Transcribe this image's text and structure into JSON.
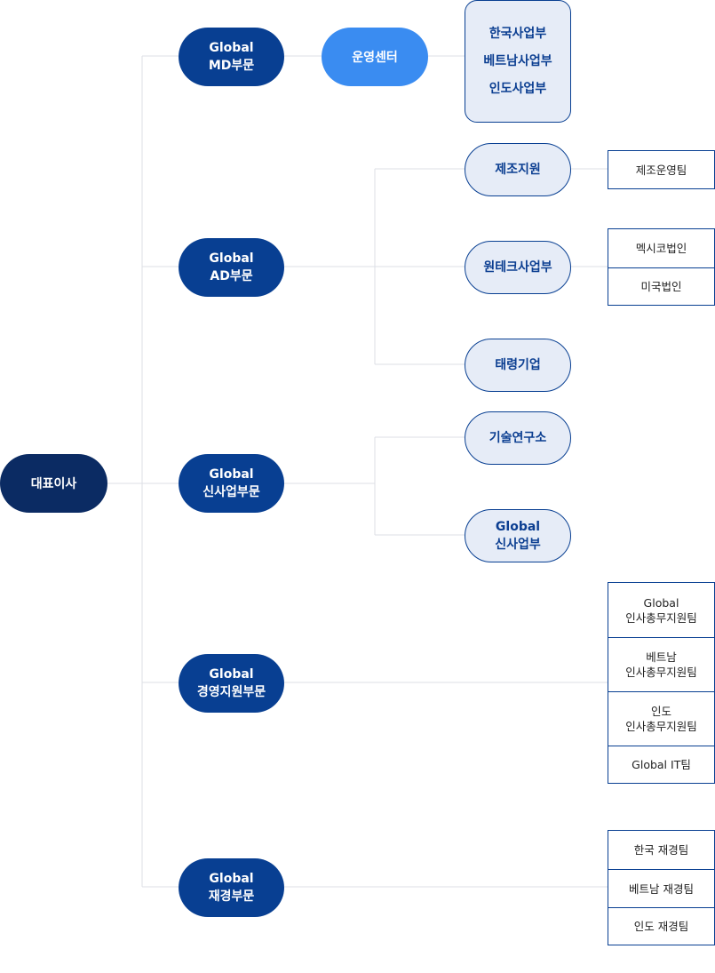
{
  "ceo": "대표이사",
  "divisions": {
    "md": "Global\nMD부문",
    "ad": "Global\nAD부문",
    "newbiz": "Global\n신사업부문",
    "mgmt": "Global\n경영지원부문",
    "finance": "Global\n재경부문"
  },
  "operation_center": "운영센터",
  "md_business_units": [
    "한국사업부",
    "베트남사업부",
    "인도사업부"
  ],
  "ad_units": {
    "manufacturing_support": "제조지원",
    "wontech": "원테크사업부",
    "taeryung": "태령기업"
  },
  "newbiz_units": {
    "rnd": "기술연구소",
    "global_newbiz": "Global\n신사업부"
  },
  "teams": {
    "manufacturing_ops": [
      "제조운영팀"
    ],
    "wontech_subsidiaries": [
      "멕시코법인",
      "미국법인"
    ],
    "mgmt_teams": [
      "Global\n인사총무지원팀",
      "베트남\n인사총무지원팀",
      "인도\n인사총무지원팀",
      "Global IT팀"
    ],
    "finance_teams": [
      "한국 재경팀",
      "베트남 재경팀",
      "인도 재경팀"
    ]
  }
}
